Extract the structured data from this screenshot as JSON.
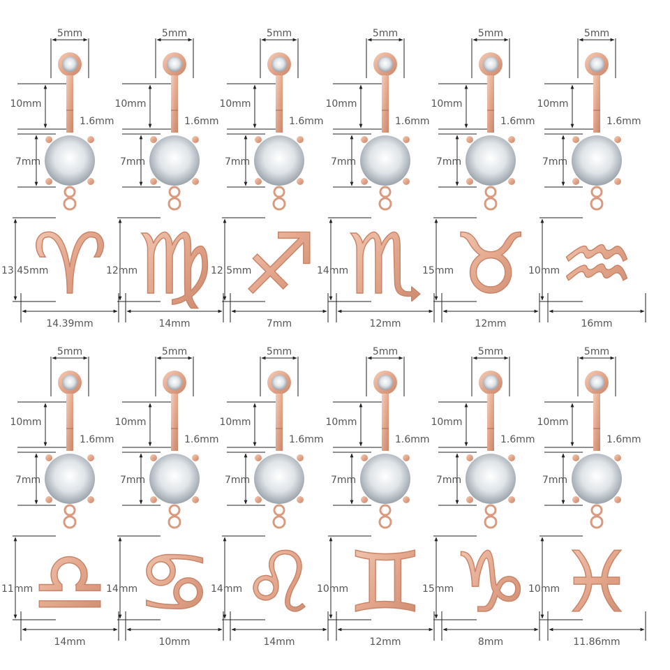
{
  "colors": {
    "rose_gold": "#e3a68b",
    "rose_gold_dark": "#c98569",
    "rose_gold_light": "#f4cdb9",
    "gem": "#e8ecef",
    "gem_shade": "#8f979f",
    "dim_line": "#222222",
    "label": "#555555",
    "background": "#ffffff"
  },
  "common": {
    "ball_width": "5mm",
    "bar_length": "10mm",
    "bar_gauge": "1.6mm",
    "gem_height": "7mm"
  },
  "pieces": [
    {
      "sign": "Aries",
      "glyph": "♈",
      "height": "13.45mm",
      "width": "14.39mm"
    },
    {
      "sign": "Virgo",
      "glyph": "♍",
      "height": "12mm",
      "width": "14mm"
    },
    {
      "sign": "Sagittarius",
      "glyph": "♐",
      "height": "12.5mm",
      "width": "7mm"
    },
    {
      "sign": "Scorpio",
      "glyph": "♏",
      "height": "14mm",
      "width": "12mm"
    },
    {
      "sign": "Taurus",
      "glyph": "♉",
      "height": "15mm",
      "width": "12mm"
    },
    {
      "sign": "Aquarius",
      "glyph": "♒",
      "height": "10mm",
      "width": "16mm"
    },
    {
      "sign": "Libra",
      "glyph": "♎",
      "height": "11mm",
      "width": "14mm"
    },
    {
      "sign": "Cancer",
      "glyph": "♋",
      "height": "14mm",
      "width": "10mm"
    },
    {
      "sign": "Leo",
      "glyph": "♌",
      "height": "14mm",
      "width": "14mm"
    },
    {
      "sign": "Gemini",
      "glyph": "♊",
      "height": "10mm",
      "width": "12mm"
    },
    {
      "sign": "Capricorn",
      "glyph": "♑",
      "height": "15mm",
      "width": "8mm"
    },
    {
      "sign": "Pisces",
      "glyph": "♓",
      "height": "10mm",
      "width": "11.86mm"
    }
  ]
}
